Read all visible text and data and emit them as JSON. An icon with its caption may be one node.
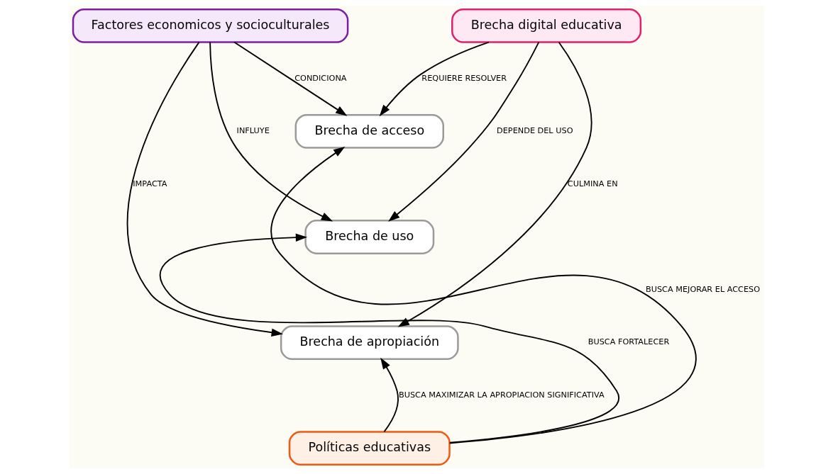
{
  "diagram": {
    "nodes": [
      {
        "text": [
          "Brecha digital educativa"
        ]
      },
      {
        "text": [
          "Brecha de acceso"
        ]
      },
      {
        "text": [
          "Factores economicos y socioculturales"
        ]
      },
      {
        "text": [
          "Brecha de uso"
        ]
      },
      {
        "text": [
          "Brecha de apropiación"
        ]
      },
      {
        "text": [
          "Políticas educativas"
        ]
      }
    ],
    "edges": [
      {
        "from": 0,
        "to": 1,
        "arrow": "to",
        "label": "REQUIERE RESOLVER"
      },
      {
        "from": 0,
        "to": 3,
        "arrow": "to",
        "label": "DEPENDE DEL USO"
      },
      {
        "from": 0,
        "to": 4,
        "arrow": "to",
        "label": "CULMINA EN"
      },
      {
        "from": 2,
        "to": 1,
        "arrow": "to",
        "label": "CONDICIONA"
      },
      {
        "from": 2,
        "to": 3,
        "arrow": "to",
        "label": "INFLUYE"
      },
      {
        "from": 2,
        "to": 4,
        "arrow": "to",
        "label": "IMPACTA"
      },
      {
        "from": 5,
        "to": 1,
        "arrow": "to",
        "label": "BUSCA MEJORAR EL ACCESO"
      },
      {
        "from": 5,
        "to": 3,
        "arrow": "to",
        "label": "BUSCA FORTALECER"
      },
      {
        "from": 5,
        "to": 4,
        "arrow": "to",
        "label": "BUSCA MAXIMIZAR LA APROPIACION SIGNIFICATIVA"
      }
    ]
  }
}
